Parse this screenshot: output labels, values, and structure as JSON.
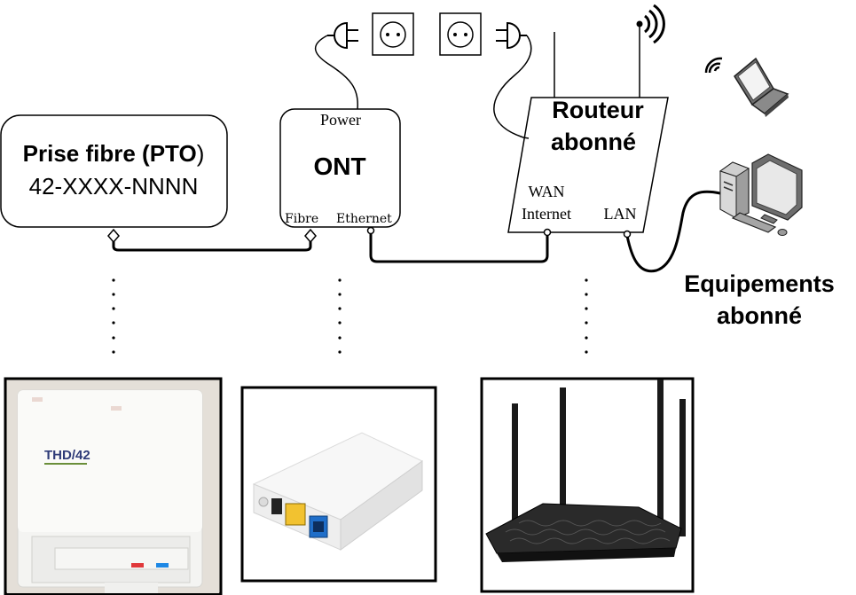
{
  "pto": {
    "title_part1": "Prise fibre (",
    "title_bold": "PTO",
    "title_part2": ")",
    "code": "42-XXXX-NNNN"
  },
  "ont": {
    "title": "ONT",
    "port_power": "Power",
    "port_fibre": "Fibre",
    "port_ethernet": "Ethernet"
  },
  "router": {
    "title_line1": "Routeur",
    "title_line2": "abonné",
    "port_wan_line1": "WAN",
    "port_wan_line2": "Internet",
    "port_lan": "LAN"
  },
  "equipment": {
    "label_line1": "Equipements",
    "label_line2": "abonné"
  },
  "photos": {
    "pto_logo_text": "THD/42"
  },
  "icons": {
    "power_plug_left": "power-plug-icon",
    "socket_left": "power-socket-icon",
    "socket_right": "power-socket-icon",
    "power_plug_right": "power-plug-icon",
    "wifi_signal": "wifi-signal-icon",
    "laptop": "laptop-wifi-icon",
    "desktop": "desktop-computer-icon"
  }
}
